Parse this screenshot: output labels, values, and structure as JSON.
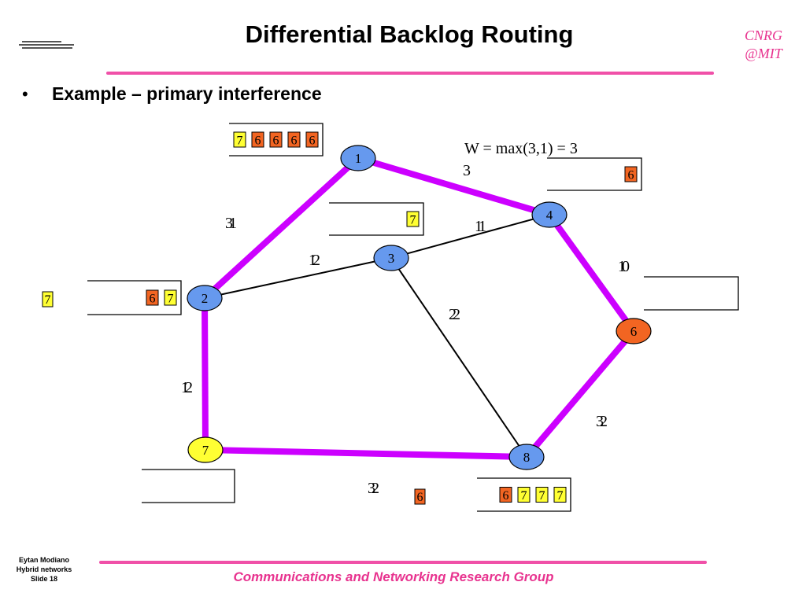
{
  "slide": {
    "title": "Differential Backlog Routing",
    "brand_line1": "CNRG",
    "brand_line2": "@MIT",
    "subtitle": "Example – primary interference",
    "footer_author": "Eytan Modiano",
    "footer_course": "Hybrid networks",
    "footer_slide": "Slide 18",
    "footer_group": "Communications and Networking Research Group",
    "bullet_glyph": "•"
  },
  "colors": {
    "accent": "#f050a8",
    "active_link": "#cc00ff",
    "node_blue": "#6699ee",
    "node_orange": "#f26522",
    "node_yellow": "#ffff33"
  },
  "diagram": {
    "formula": "W = max(3,1) = 3",
    "formula_value": "3",
    "nodes": [
      {
        "id": "1",
        "label": "1",
        "color": "blue"
      },
      {
        "id": "2",
        "label": "2",
        "color": "blue"
      },
      {
        "id": "3",
        "label": "3",
        "color": "blue"
      },
      {
        "id": "4",
        "label": "4",
        "color": "blue"
      },
      {
        "id": "6",
        "label": "6",
        "color": "orange"
      },
      {
        "id": "7",
        "label": "7",
        "color": "yellow"
      },
      {
        "id": "8",
        "label": "8",
        "color": "blue"
      }
    ],
    "links": [
      {
        "from": "1",
        "to": "2",
        "active": true,
        "weight": "3",
        "weight_alt": "1"
      },
      {
        "from": "1",
        "to": "4",
        "active": true
      },
      {
        "from": "2",
        "to": "3",
        "active": false,
        "weight": "1",
        "weight_alt": "2"
      },
      {
        "from": "3",
        "to": "4",
        "active": false,
        "weight": "1",
        "weight_alt": "1"
      },
      {
        "from": "3",
        "to": "8",
        "active": false,
        "weight": "2",
        "weight_alt": "2"
      },
      {
        "from": "4",
        "to": "6",
        "active": true,
        "weight": "1",
        "weight_alt": "0"
      },
      {
        "from": "6",
        "to": "8",
        "active": true,
        "weight": "3",
        "weight_alt": "2"
      },
      {
        "from": "2",
        "to": "7",
        "active": true,
        "weight": "1",
        "weight_alt": "2"
      },
      {
        "from": "7",
        "to": "8",
        "active": true,
        "weight": "3",
        "weight_alt": "2"
      }
    ],
    "queues": [
      {
        "node": "1",
        "packets": [
          "7",
          "6",
          "6",
          "6",
          "6"
        ]
      },
      {
        "node": "4",
        "packets": [
          "6"
        ]
      },
      {
        "node": "3",
        "packets": [
          "7"
        ]
      },
      {
        "node": "6",
        "packets": []
      },
      {
        "node": "2",
        "packets": [
          "6",
          "7"
        ],
        "outside_packet": "7"
      },
      {
        "node": "7",
        "packets": []
      },
      {
        "node": "8",
        "packets": [
          "6",
          "7",
          "7",
          "7"
        ],
        "outside_packet": "6"
      }
    ]
  }
}
